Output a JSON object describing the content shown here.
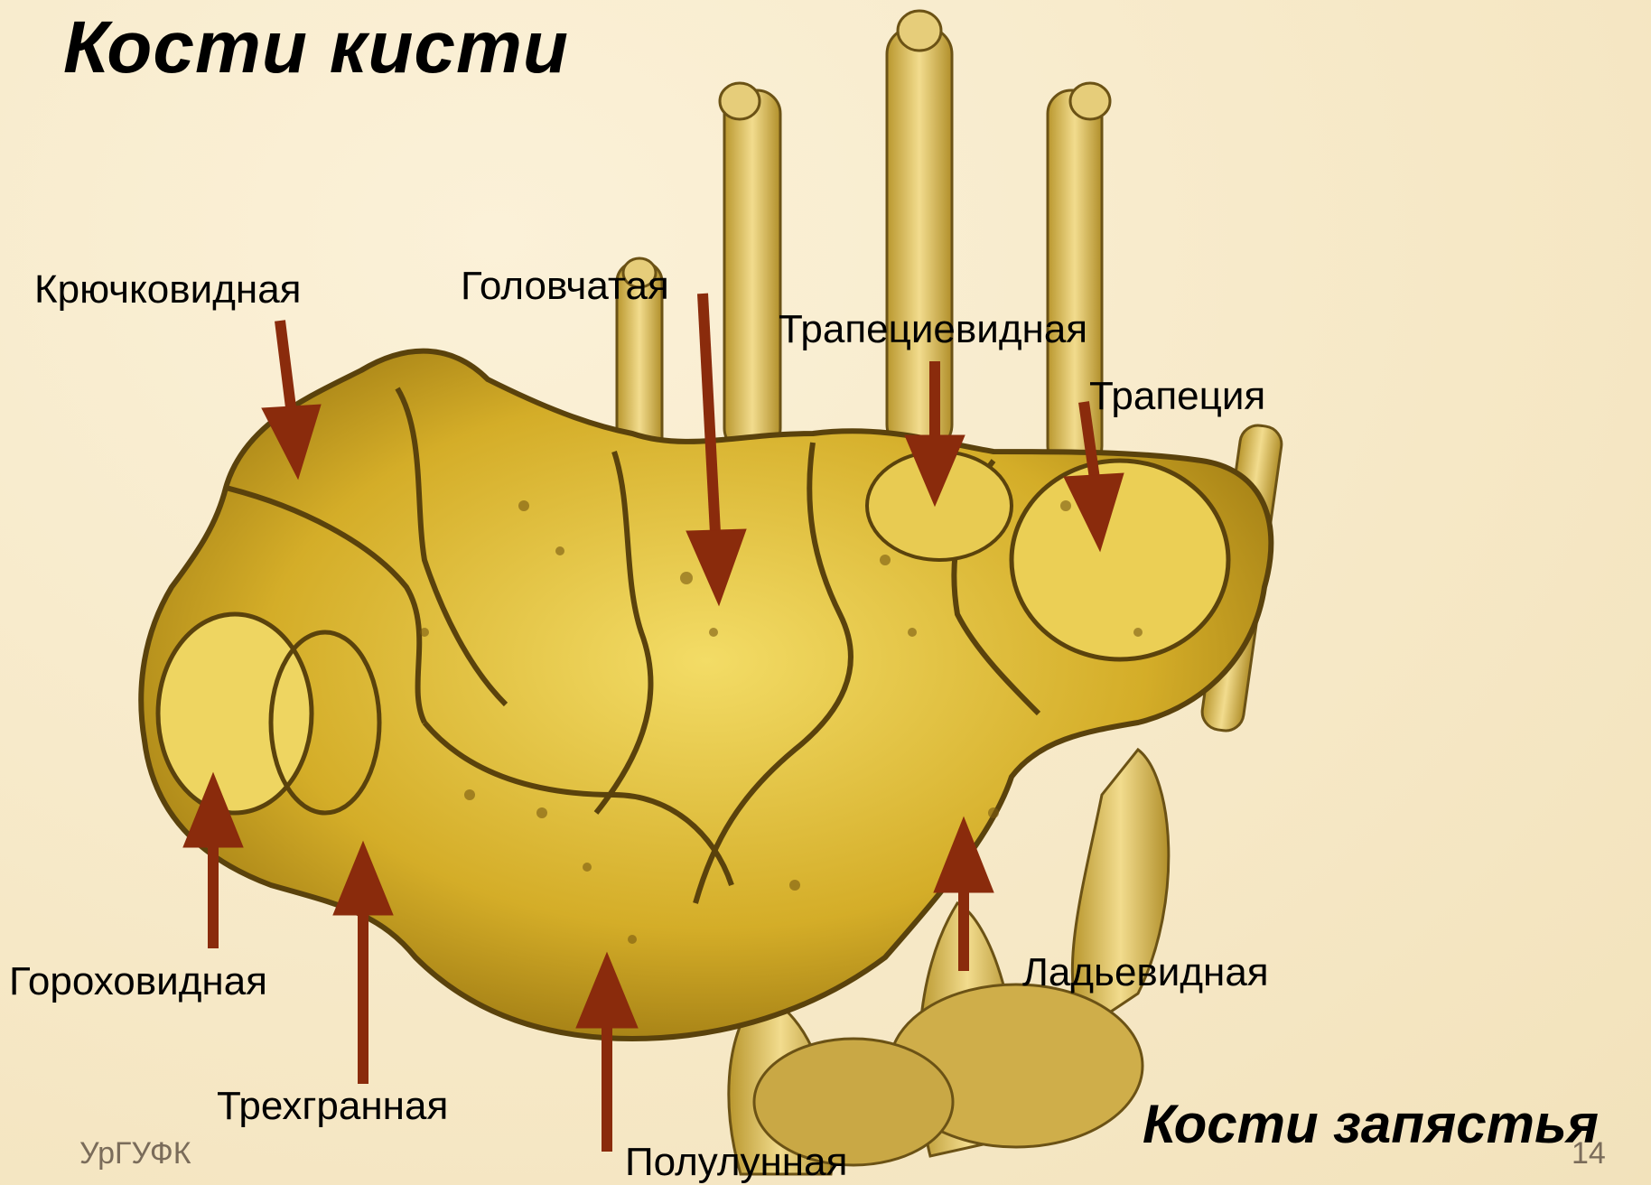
{
  "slide": {
    "title": "Кости кисти",
    "subtitle": "Кости запястья",
    "footer_left": "УрГУФК",
    "page_number": "14"
  },
  "labels": {
    "hamate": "Крючковидная",
    "capitate": "Головчатая",
    "trapezoid": "Трапециевидная",
    "trapezium": "Трапеция",
    "pisiform": "Гороховидная",
    "triquetrum": "Трехгранная",
    "lunate": "Полулунная",
    "scaphoid": "Ладьевидная"
  },
  "colors": {
    "background": "#f8ecce",
    "bone": "#d6b02a",
    "bone_light": "#f1d860",
    "bone_shadow": "#7a5a10",
    "arrow": "#8a2b0c"
  }
}
